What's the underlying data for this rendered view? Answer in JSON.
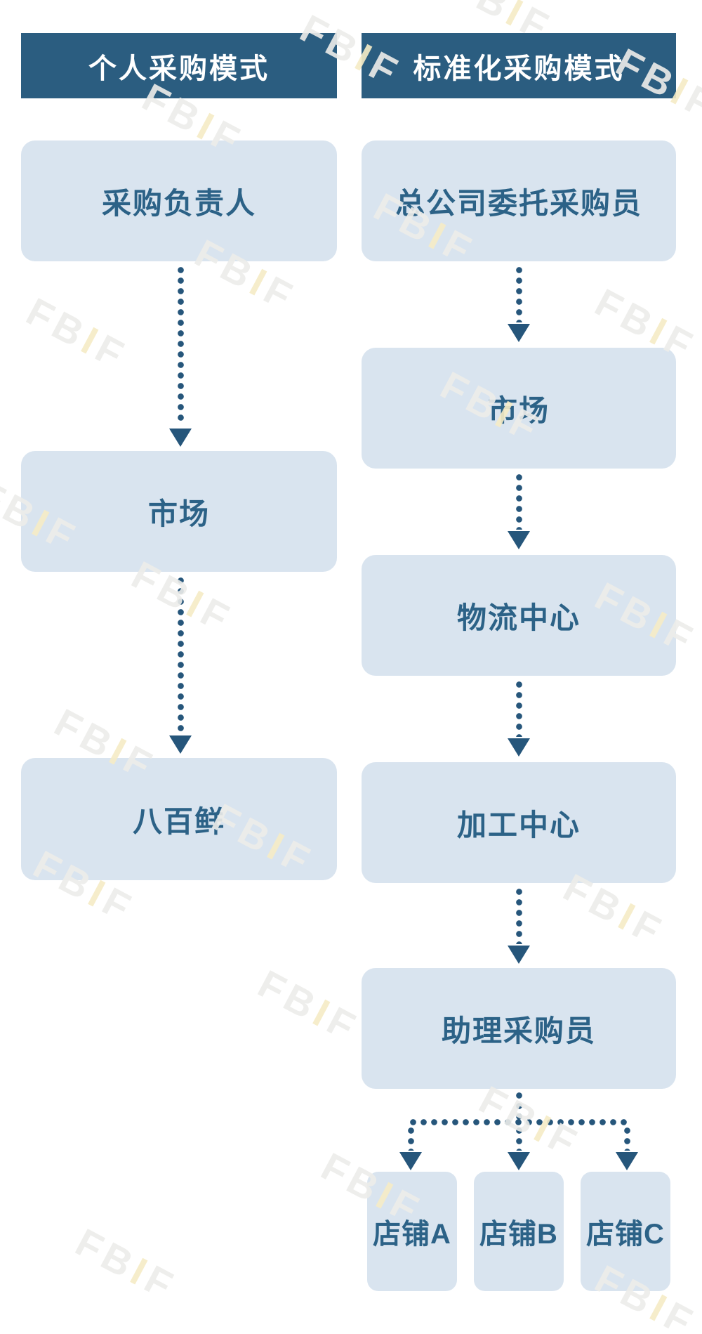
{
  "diagram": {
    "columns": [
      {
        "header": "个人采购模式",
        "nodes": [
          {
            "label": "采购负责人"
          },
          {
            "label": "市场"
          },
          {
            "label": "八百鲜"
          }
        ]
      },
      {
        "header": "标准化采购模式",
        "nodes": [
          {
            "label": "总公司委托采购员"
          },
          {
            "label": "市场"
          },
          {
            "label": "物流中心"
          },
          {
            "label": "加工中心"
          },
          {
            "label": "助理采购员"
          }
        ],
        "stores": [
          {
            "label": "店铺A"
          },
          {
            "label": "店铺B"
          },
          {
            "label": "店铺C"
          }
        ]
      }
    ],
    "watermark_text": "FBIF",
    "colors": {
      "background": "#ffffff",
      "header_bg": "#2b5d80",
      "header_text": "#ffffff",
      "node_bg": "#d9e4ef",
      "node_text": "#2c6287",
      "arrow": "#26567b",
      "watermark_gray": "#ededea",
      "watermark_accent": "#f6ecc6"
    }
  }
}
